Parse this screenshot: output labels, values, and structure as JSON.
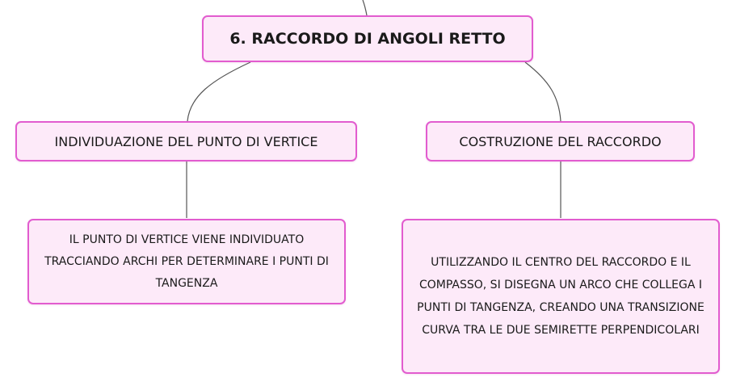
{
  "colors": {
    "node_fill": "#fdeaf9",
    "node_border": "#e25ccf",
    "connector": "#555555",
    "text": "#1a1a1a"
  },
  "diagram": {
    "root": {
      "label": "6. RACCORDO DI ANGOLI RETTO"
    },
    "left": {
      "label": "INDIVIDUAZIONE DEL PUNTO DI VERTICE",
      "child": {
        "text": "IL PUNTO DI VERTICE VIENE INDIVIDUATO TRACCIANDO ARCHI PER DETERMINARE I PUNTI DI TANGENZA"
      }
    },
    "right": {
      "label": "COSTRUZIONE DEL RACCORDO",
      "child": {
        "text": "UTILIZZANDO IL CENTRO DEL RACCORDO E IL COMPASSO, SI DISEGNA UN ARCO CHE COLLEGA I PUNTI DI TANGENZA, CREANDO UNA TRANSIZIONE CURVA TRA LE DUE SEMIRETTE PERPENDICOLARI"
      }
    }
  }
}
